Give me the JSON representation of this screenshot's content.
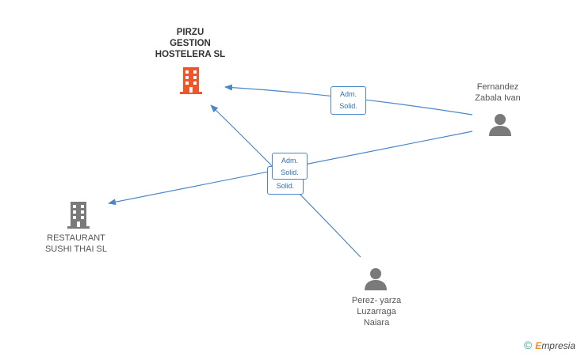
{
  "nodes": {
    "company_main": {
      "lines": [
        "PIRZU",
        "GESTION",
        "HOSTELERA SL"
      ],
      "icon": "building-icon",
      "color": "#f0562a"
    },
    "company_restaurant": {
      "lines": [
        "RESTAURANT",
        "SUSHI THAI  SL"
      ],
      "icon": "building-icon",
      "color": "#7a7a7a"
    },
    "person_fernandez": {
      "lines": [
        "Fernandez",
        "Zabala Ivan"
      ],
      "icon": "person-icon",
      "color": "#7a7a7a"
    },
    "person_perez": {
      "lines": [
        "Perez- yarza",
        "Luzarraga",
        "Naiara"
      ],
      "icon": "person-icon",
      "color": "#7a7a7a"
    }
  },
  "relations": {
    "badge_top": [
      "Adm.",
      "Solid."
    ],
    "badge_middle": [
      "Adm.",
      "Solid."
    ],
    "badge_lower": [
      "Solid."
    ]
  },
  "edge_color": "#4a86c8",
  "brand": {
    "copyright": "©",
    "initial": "E",
    "rest": "mpresia"
  }
}
